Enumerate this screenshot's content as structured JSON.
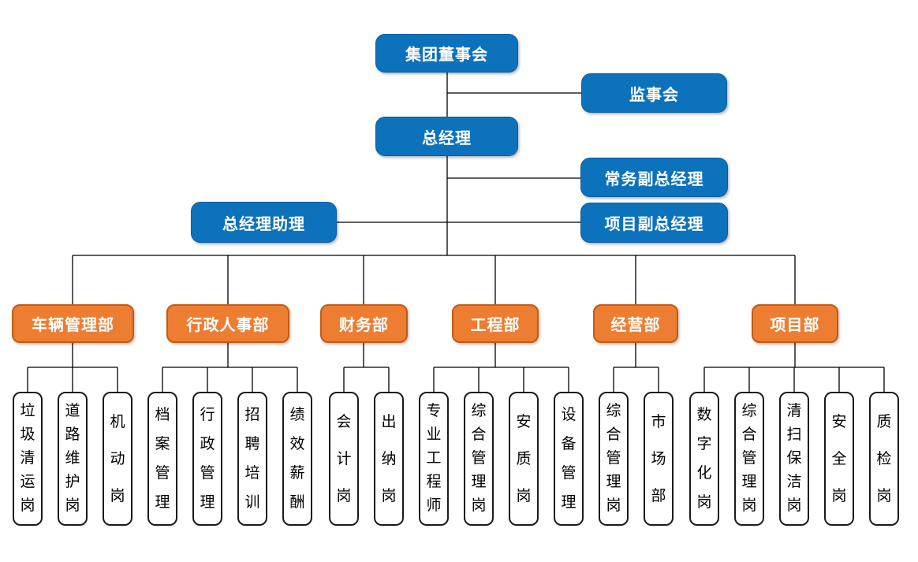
{
  "nodes": {
    "board": {
      "label": "集团董事会"
    },
    "supervisory": {
      "label": "监事会"
    },
    "gm": {
      "label": "总经理"
    },
    "exec_deputy_gm": {
      "label": "常务副总经理"
    },
    "gm_assistant": {
      "label": "总经理助理"
    },
    "project_deputy_gm": {
      "label": "项目副总经理"
    }
  },
  "departments": [
    {
      "label": "车辆管理部",
      "positions": [
        "垃圾清运岗",
        "道路维护岗",
        "机动岗"
      ]
    },
    {
      "label": "行政人事部",
      "positions": [
        "档案管理",
        "行政管理",
        "招聘培训",
        "绩效薪酬"
      ]
    },
    {
      "label": "财务部",
      "positions": [
        "会计岗",
        "出纳岗"
      ]
    },
    {
      "label": "工程部",
      "positions": [
        "专业工程师",
        "综合管理岗",
        "安质岗",
        "设备管理"
      ]
    },
    {
      "label": "经营部",
      "positions": [
        "综合管理岗",
        "市场部"
      ]
    },
    {
      "label": "项目部",
      "positions": [
        "数字化岗",
        "综合管理岗",
        "清扫保洁岗",
        "安全岗",
        "质检岗"
      ]
    }
  ],
  "colors": {
    "executive_fill": "#0c72bc",
    "department_fill": "#ed7d31",
    "department_border": "#c55a11",
    "position_border": "#1a1a1a",
    "connector": "#000000",
    "box_text": "#ffffff",
    "position_text": "#000000"
  }
}
